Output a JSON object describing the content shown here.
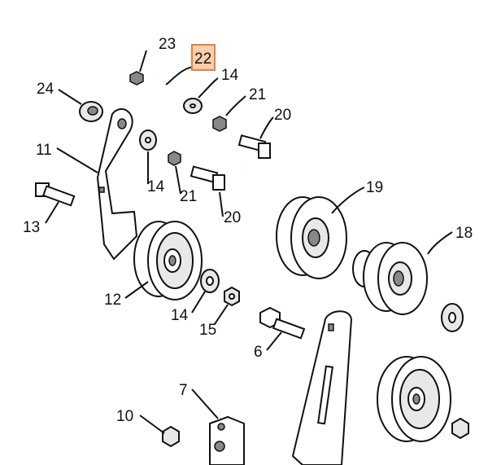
{
  "diagram": {
    "highlight_color": "#f9cfae",
    "highlight_border": "#e8803f",
    "callouts": [
      {
        "id": "c23",
        "text": "23"
      },
      {
        "id": "c22",
        "text": "22",
        "highlighted": true
      },
      {
        "id": "c14a",
        "text": "14"
      },
      {
        "id": "c21a",
        "text": "21"
      },
      {
        "id": "c20a",
        "text": "20"
      },
      {
        "id": "c24",
        "text": "24"
      },
      {
        "id": "c11",
        "text": "11"
      },
      {
        "id": "c14b",
        "text": "14"
      },
      {
        "id": "c21b",
        "text": "21"
      },
      {
        "id": "c20b",
        "text": "20"
      },
      {
        "id": "c19",
        "text": "19"
      },
      {
        "id": "c13",
        "text": "13"
      },
      {
        "id": "c18",
        "text": "18"
      },
      {
        "id": "c12",
        "text": "12"
      },
      {
        "id": "c14c",
        "text": "14"
      },
      {
        "id": "c15",
        "text": "15"
      },
      {
        "id": "c6",
        "text": "6"
      },
      {
        "id": "c7",
        "text": "7"
      },
      {
        "id": "c10",
        "text": "10"
      }
    ]
  }
}
